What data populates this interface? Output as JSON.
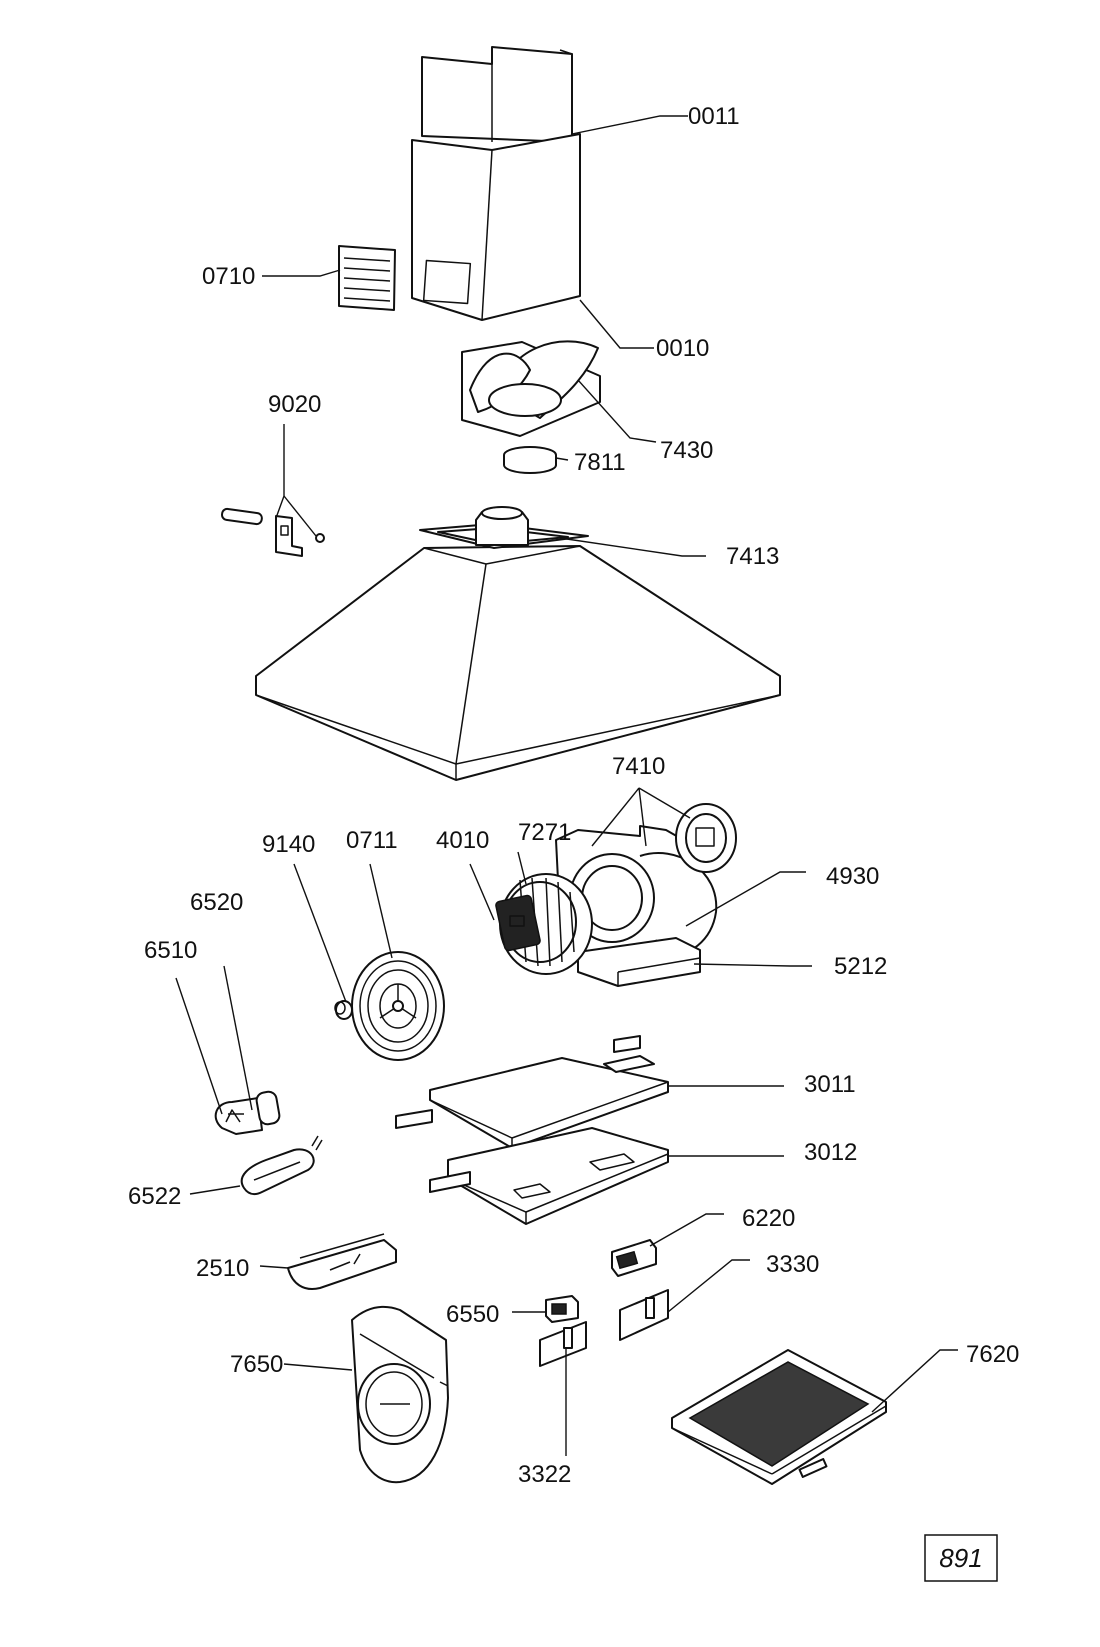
{
  "labels": {
    "p0011": "0011",
    "p0710": "0710",
    "p0010": "0010",
    "p9020": "9020",
    "p7430": "7430",
    "p7811": "7811",
    "p7413": "7413",
    "p7410": "7410",
    "p9140": "9140",
    "p0711": "0711",
    "p4010": "4010",
    "p7271": "7271",
    "p4930": "4930",
    "p6520": "6520",
    "p6510": "6510",
    "p5212": "5212",
    "p3011": "3011",
    "p3012": "3012",
    "p6522": "6522",
    "p6220": "6220",
    "p2510": "2510",
    "p3330": "3330",
    "p6550": "6550",
    "p7620": "7620",
    "p7650": "7650",
    "p3322": "3322"
  },
  "page_number": "891"
}
